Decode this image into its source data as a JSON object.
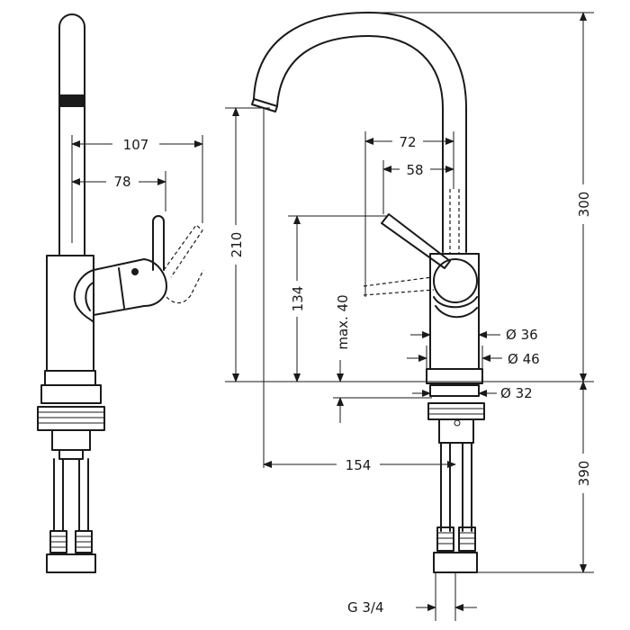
{
  "drawing": {
    "dimensions": {
      "side_107": "107",
      "side_78": "78",
      "front_72": "72",
      "front_58": "58",
      "front_300": "300",
      "front_210": "210",
      "front_134": "134",
      "front_max40": "max. 40",
      "front_d36": "Ø 36",
      "front_d46": "Ø 46",
      "front_d32": "Ø 32",
      "front_154": "154",
      "front_390": "390",
      "front_thread": "G 3/4"
    },
    "colors": {
      "line": "#1a1a1a",
      "background": "#ffffff"
    }
  }
}
